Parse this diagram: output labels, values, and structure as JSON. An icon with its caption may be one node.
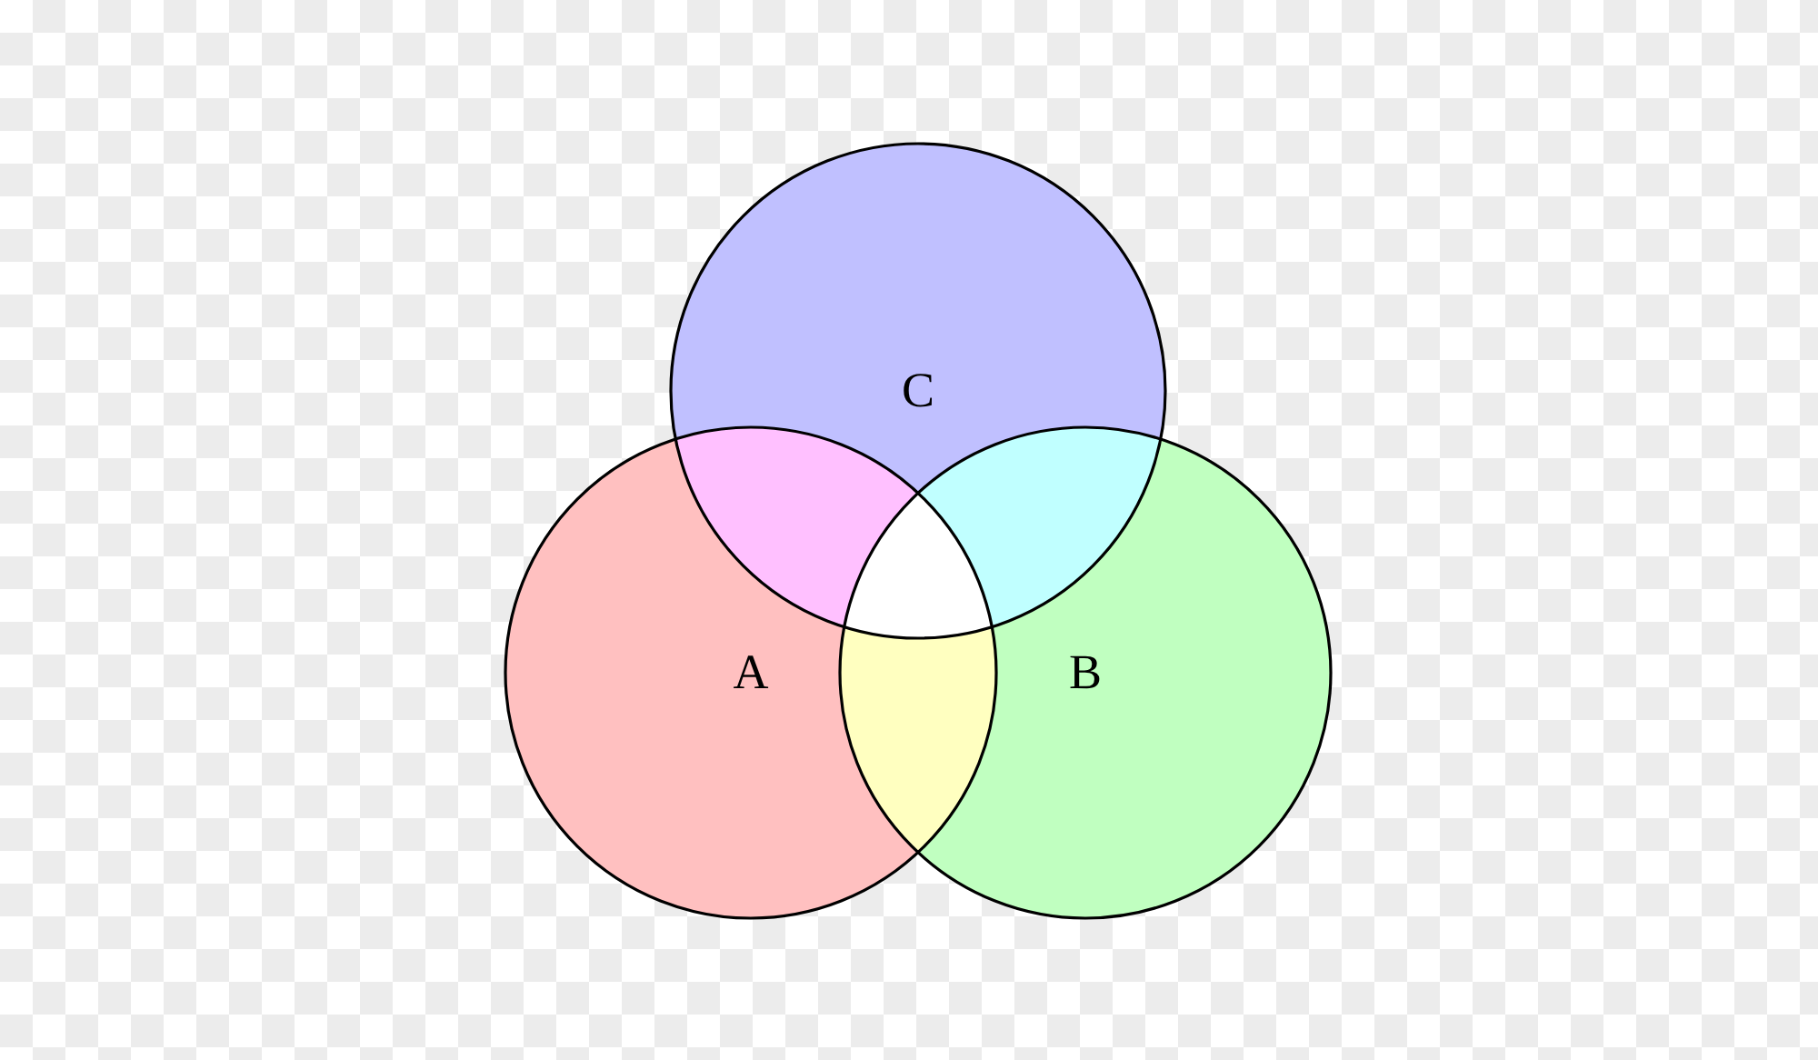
{
  "diagram": {
    "nodes": [
      {
        "text": [
          "C"
        ]
      },
      {
        "text": [
          "A"
        ]
      },
      {
        "text": [
          "B"
        ]
      }
    ]
  }
}
